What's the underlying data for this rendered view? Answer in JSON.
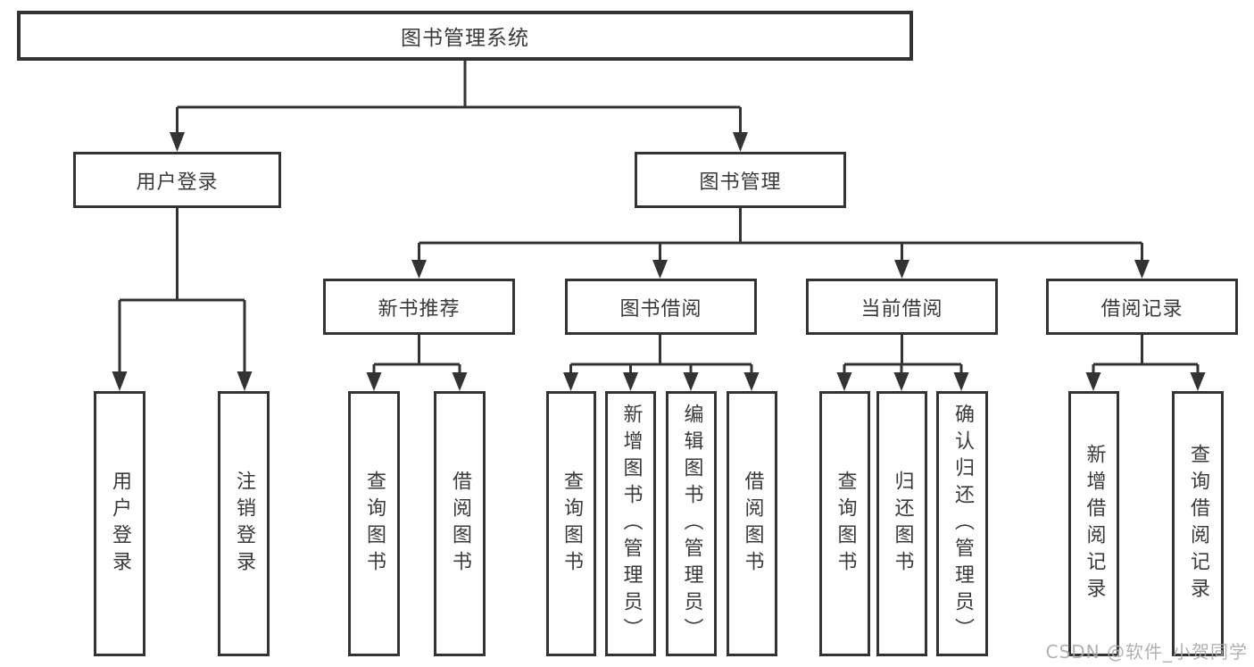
{
  "title": "图书管理系统",
  "branches": [
    {
      "label": "用户登录",
      "children": [
        {
          "label": "用户登录"
        },
        {
          "label": "注销登录"
        }
      ]
    },
    {
      "label": "图书管理",
      "children": [
        {
          "label": "新书推荐",
          "children": [
            {
              "label": "查询图书"
            },
            {
              "label": "借阅图书"
            }
          ]
        },
        {
          "label": "图书借阅",
          "children": [
            {
              "label": "查询图书"
            },
            {
              "label": "新增图书（管理员）"
            },
            {
              "label": "编辑图书（管理员）"
            },
            {
              "label": "借阅图书"
            }
          ]
        },
        {
          "label": "当前借阅",
          "children": [
            {
              "label": "查询图书"
            },
            {
              "label": "归还图书"
            },
            {
              "label": "确认归还（管理员）"
            }
          ]
        },
        {
          "label": "借阅记录",
          "children": [
            {
              "label": "新增借阅记录"
            },
            {
              "label": "查询借阅记录"
            }
          ]
        }
      ]
    }
  ],
  "watermark": "CSDN @软件_小贺同学",
  "colors": {
    "line": "#333333",
    "text": "#3a3a3a",
    "watermark": "#a8a8a8",
    "background": "#ffffff"
  }
}
